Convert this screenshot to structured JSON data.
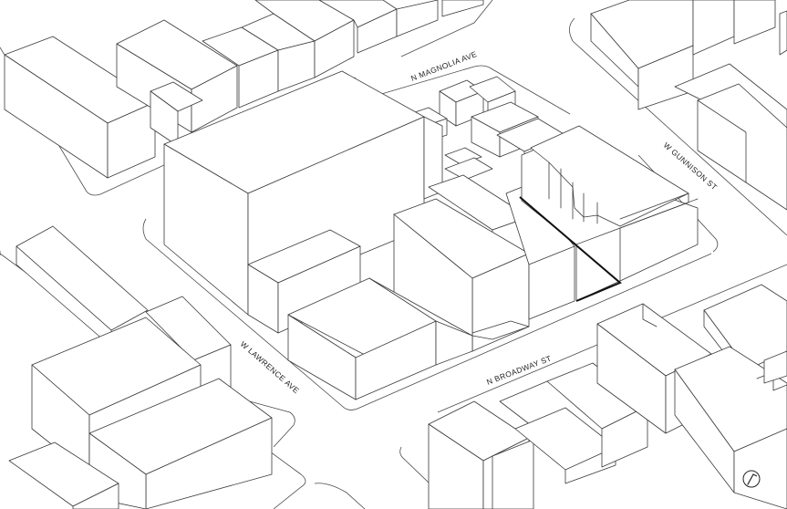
{
  "streets": {
    "magnolia": "N MAGNOLIA AVE",
    "gunnison": "W GUNNISON ST",
    "lawrence": "W LAWRENCE AVE",
    "broadway": "N BROADWAY ST"
  },
  "north_arrow_icon": "north-arrow-icon",
  "colors": {
    "lines": "#3a3a3a",
    "site_outline": "#111111",
    "background": "#ffffff"
  }
}
